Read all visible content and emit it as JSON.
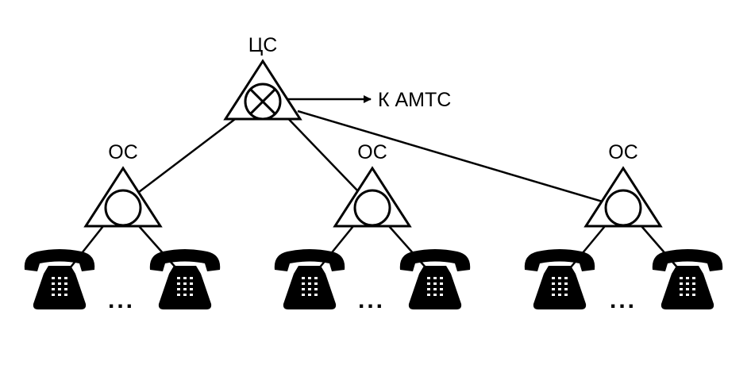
{
  "central_station": {
    "label": "ЦС",
    "icon": "crossed-circle-in-triangle-icon",
    "link_label": "К АМТС"
  },
  "end_stations": [
    {
      "label": "ОС",
      "icon": "circle-in-triangle-icon",
      "subscribers_gap": "..."
    },
    {
      "label": "ОС",
      "icon": "circle-in-triangle-icon",
      "subscribers_gap": "..."
    },
    {
      "label": "ОС",
      "icon": "circle-in-triangle-icon",
      "subscribers_gap": "..."
    }
  ],
  "subscriber_icon": "telephone-icon",
  "colors": {
    "ink": "#000000",
    "paper": "#ffffff"
  }
}
